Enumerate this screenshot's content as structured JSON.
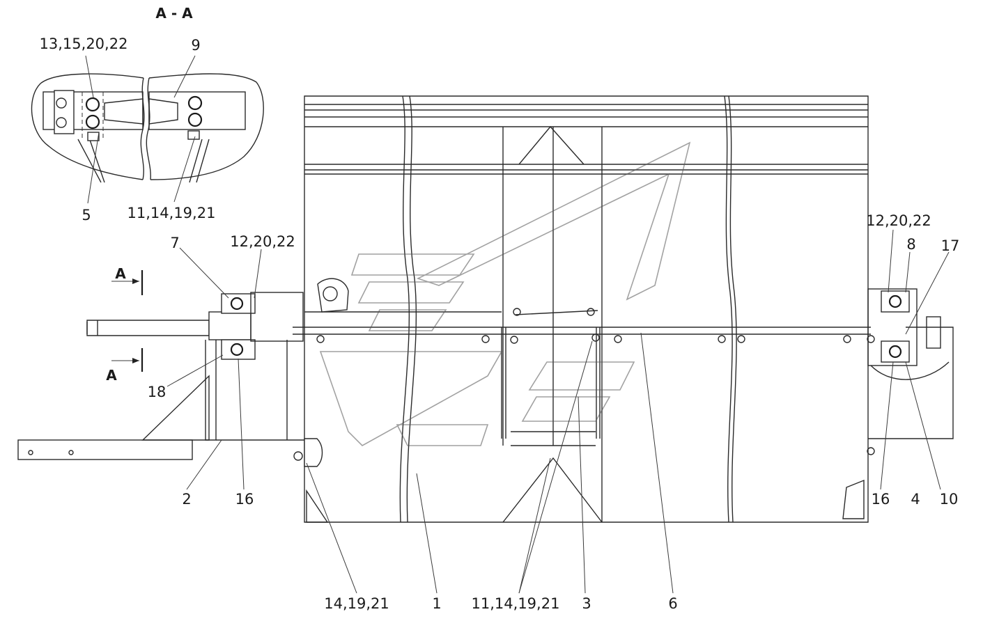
{
  "section": {
    "title": "А - А",
    "marker": "А"
  },
  "labels": {
    "sec_13_15_20_22": "13,15,20,22",
    "sec_9": "9",
    "sec_5": "5",
    "sec_11_14_19_21": "11,14,19,21",
    "l7": "7",
    "l12_20_22_left": "12,20,22",
    "l18": "18",
    "l2": "2",
    "l16_left": "16",
    "l14_19_21": "14,19,21",
    "l1": "1",
    "l11_14_19_21": "11,14,19,21",
    "l3": "3",
    "l6": "6",
    "l12_20_22_right": "12,20,22",
    "l8": "8",
    "l17": "17",
    "l16_right": "16",
    "l4": "4",
    "l10": "10"
  }
}
